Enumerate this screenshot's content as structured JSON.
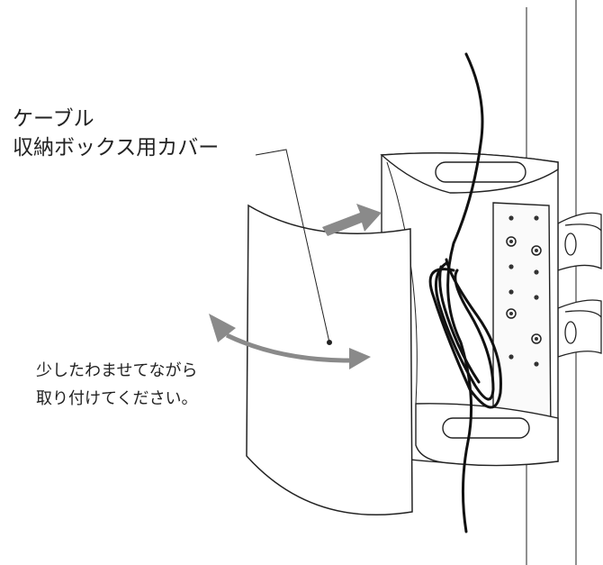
{
  "labels": {
    "cover": [
      "ケーブル",
      "収納ボックス用カバー"
    ],
    "instruction": [
      "少したわませてながら",
      "取り付けてください。"
    ]
  },
  "colors": {
    "line": "#222222",
    "arrow": "#8a8a8a",
    "cable": "#111111"
  }
}
